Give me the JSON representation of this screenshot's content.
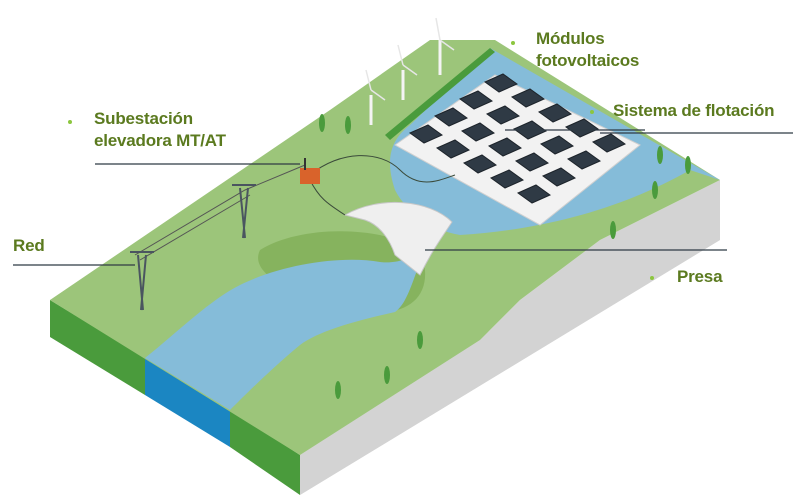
{
  "labels": {
    "modulos_line1": "Módulos",
    "modulos_line2": "fotovoltaicos",
    "flotacion": "Sistema de flotación",
    "subestacion_line1": "Subestación",
    "subestacion_line2": "elevadora MT/AT",
    "red": "Red",
    "presa": "Presa"
  },
  "colors": {
    "label_text": "#5b7a1f",
    "bullet": "#8cc63f",
    "grass": "#9cc57a",
    "grass_side": "#4a9b3c",
    "water": "#85bcd9",
    "water_side": "#1b86c2",
    "panel": "#2f3a45",
    "substation": "#d9632b"
  }
}
